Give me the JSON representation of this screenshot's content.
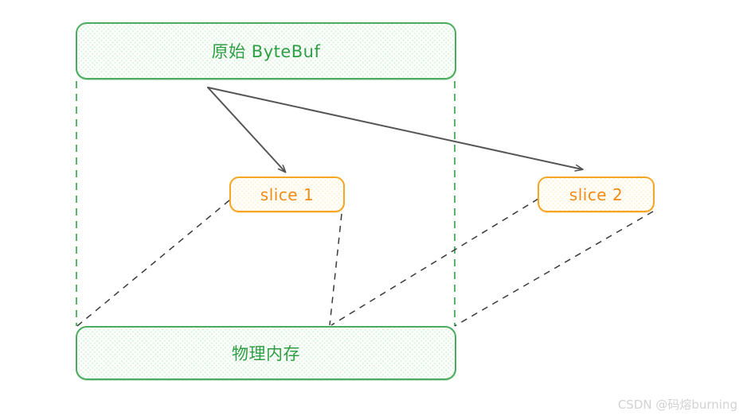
{
  "diagram": {
    "title_node": {
      "label": "原始 ByteBuf"
    },
    "memory_node": {
      "label": "物理内存"
    },
    "slices": [
      {
        "label": "slice 1"
      },
      {
        "label": "slice 2"
      }
    ],
    "colors": {
      "green_stroke": "#4bab5e",
      "green_fill": "#ddf4e1",
      "green_text": "#2f9e44",
      "orange_stroke": "#f5a623",
      "orange_fill": "#fdf3d8",
      "orange_text": "#f08c16",
      "arrow": "#555555",
      "dashed_black": "#333333",
      "watermark": "#d2d2d2",
      "background": "#ffffff"
    },
    "edges": [
      {
        "name": "bytebuf-to-slice1",
        "style": "solid-arrow"
      },
      {
        "name": "bytebuf-to-slice2",
        "style": "solid-arrow"
      },
      {
        "name": "bytebuf-left-guide",
        "style": "dashed-green"
      },
      {
        "name": "bytebuf-right-guide",
        "style": "dashed-green"
      },
      {
        "name": "slice1-left-to-memory",
        "style": "dashed-black"
      },
      {
        "name": "slice1-right-to-memory",
        "style": "dashed-black"
      },
      {
        "name": "slice2-left-to-memory",
        "style": "dashed-black"
      },
      {
        "name": "slice2-right-to-memory",
        "style": "dashed-black"
      }
    ]
  },
  "watermark": {
    "text": "CSDN @码熔burning"
  }
}
